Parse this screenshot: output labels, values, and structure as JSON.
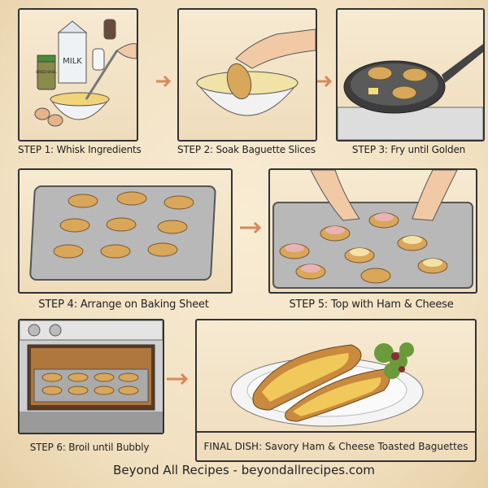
{
  "steps": [
    {
      "label": "STEP 1: Whisk Ingredients",
      "milk_label": "MILK",
      "jar_label": "DRIED BASIL"
    },
    {
      "label": "STEP 2: Soak Baguette Slices"
    },
    {
      "label": "STEP 3: Fry until Golden"
    },
    {
      "label": "STEP 4: Arrange on Baking Sheet"
    },
    {
      "label": "STEP 5: Top with Ham & Cheese"
    },
    {
      "label": "STEP 6: Broil until Bubbly"
    }
  ],
  "final": {
    "label": "FINAL DISH: Savory Ham & Cheese Toasted Baguettes"
  },
  "footer": {
    "text": "Beyond All Recipes - beyondallrecipes.com"
  },
  "colors": {
    "arrow": "#d9885a",
    "border": "#333333",
    "toast": "#d9a75a"
  }
}
